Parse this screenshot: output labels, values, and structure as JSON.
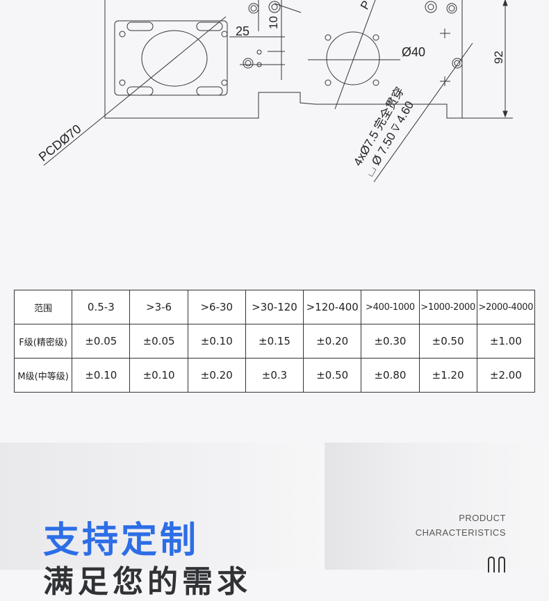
{
  "drawing": {
    "dimensions": {
      "pcd": "PCDØ70",
      "width_25": "25",
      "height_10": "10",
      "bore": "Ø40",
      "height_92": "92",
      "hole_note": "4xØ7.5 完全贯穿",
      "counterbore": "⌴ Ø 7.50 ⊽ 4.60",
      "top_leader": "P"
    }
  },
  "tolerance_table": {
    "header": [
      "范围",
      "0.5-3",
      ">3-6",
      ">6-30",
      ">30-120",
      ">120-400",
      ">400-1000",
      ">1000-2000",
      ">2000-4000"
    ],
    "rows": [
      [
        "F级(精密级)",
        "±0.05",
        "±0.05",
        "±0.10",
        "±0.15",
        "±0.20",
        "±0.30",
        "±0.50",
        "±1.00"
      ],
      [
        "M级(中等级)",
        "±0.10",
        "±0.10",
        "±0.20",
        "±0.3",
        "±0.50",
        "±0.80",
        "±1.20",
        "±2.00"
      ]
    ]
  },
  "banner": {
    "title": "支持定制",
    "subtitle": "满足您的需求",
    "en_line1": "PRODUCT",
    "en_line2": "CHARACTERISTICS",
    "accent": "#2d6ee6"
  }
}
